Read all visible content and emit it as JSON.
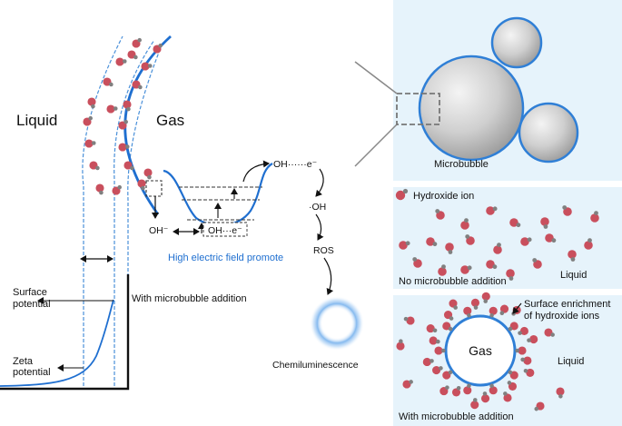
{
  "colors": {
    "panel_bg": "#e6f3fb",
    "bubble_stroke": "#2f7fd6",
    "curve": "#1f6fd0",
    "ion_red": "#c94f5d",
    "ion_grey": "#808080",
    "promote_text": "#1f6fd0"
  },
  "left": {
    "liquid_label": "Liquid",
    "gas_label": "Gas",
    "surface_potential": [
      "Surface",
      "potential"
    ],
    "zeta_potential": [
      "Zeta",
      "potential"
    ],
    "microbubble_addition": "With microbubble addition",
    "oh_minus": "OH⁻",
    "well_label": "OH···e⁻",
    "top_label": "OH······e⁻",
    "hydroxyl_radical": "·OH",
    "ros": "ROS",
    "promote": "High electric field promote",
    "chemiluminescence": "Chemiluminescence"
  },
  "right": {
    "top_panel": {
      "microbubble": "Microbubble"
    },
    "middle_panel": {
      "legend": "Hydroxide ion",
      "no_addition": "No microbubble addition",
      "liquid": "Liquid"
    },
    "bottom_panel": {
      "enrichment": [
        "Surface enrichment",
        "of hydroxide ions"
      ],
      "gas": "Gas",
      "liquid": "Liquid",
      "with_addition": "With microbubble addition"
    }
  },
  "icons": [
    "hydroxide-ion-icon",
    "arrow-icon",
    "glow-ring-icon",
    "bubble-icon"
  ]
}
